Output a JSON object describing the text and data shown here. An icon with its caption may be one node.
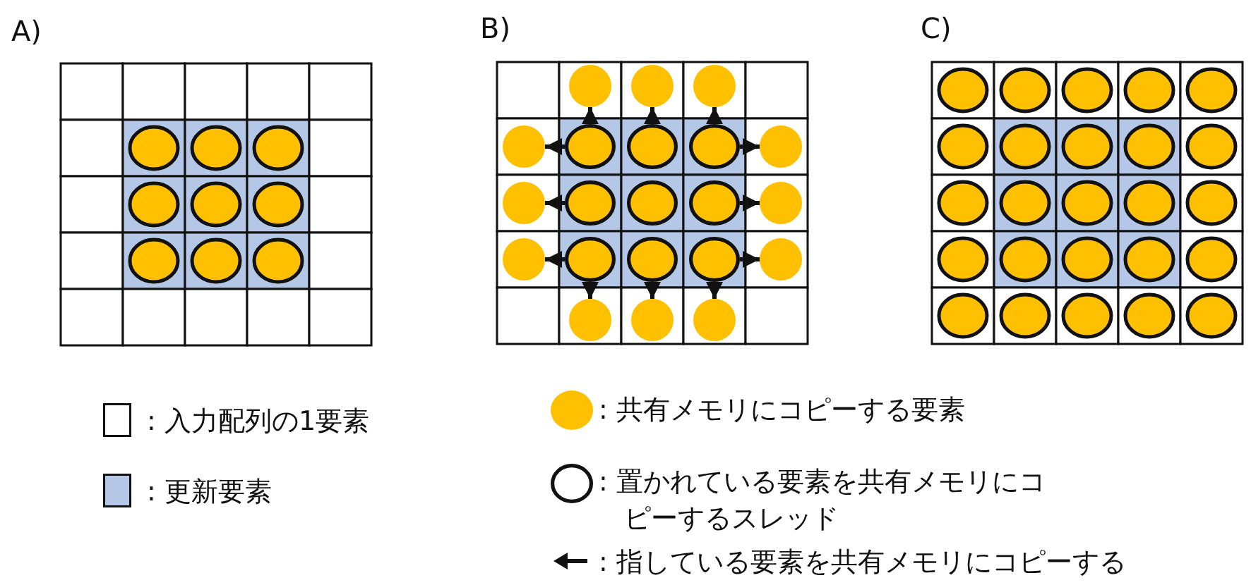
{
  "diagram": {
    "nodes": [
      {
        "text": [],
        "shape": "circle"
      },
      {
        "text": [],
        "shape": "circle"
      },
      {
        "text": [],
        "shape": "circle"
      },
      {
        "text": [],
        "shape": "circle"
      },
      {
        "text": [],
        "shape": "circle"
      },
      {
        "text": [],
        "shape": "circle"
      },
      {
        "text": [],
        "shape": "circle"
      },
      {
        "text": [],
        "shape": "circle"
      },
      {
        "text": [],
        "shape": "circle"
      },
      {
        "text": [],
        "shape": "circle"
      },
      {
        "text": [],
        "shape": "circle"
      },
      {
        "text": [],
        "shape": "circle"
      },
      {
        "text": [],
        "shape": "circle"
      },
      {
        "text": [],
        "shape": "circle"
      },
      {
        "text": [],
        "shape": "circle"
      },
      {
        "text": [],
        "shape": "circle"
      },
      {
        "text": [],
        "shape": "circle"
      },
      {
        "text": [],
        "shape": "circle"
      },
      {
        "text": [],
        "shape": "circle"
      },
      {
        "text": [],
        "shape": "circle"
      },
      {
        "text": [],
        "shape": "circle"
      }
    ],
    "edges": [
      {
        "from": 0,
        "to": 9,
        "arrow": "to"
      },
      {
        "from": 1,
        "to": 10,
        "arrow": "to"
      },
      {
        "from": 2,
        "to": 11,
        "arrow": "to"
      },
      {
        "from": 0,
        "to": 12,
        "arrow": "to"
      },
      {
        "from": 2,
        "to": 13,
        "arrow": "to"
      },
      {
        "from": 3,
        "to": 14,
        "arrow": "to"
      },
      {
        "from": 5,
        "to": 15,
        "arrow": "to"
      },
      {
        "from": 6,
        "to": 16,
        "arrow": "to"
      },
      {
        "from": 8,
        "to": 17,
        "arrow": "to"
      },
      {
        "from": 6,
        "to": 18,
        "arrow": "to"
      },
      {
        "from": 7,
        "to": 19,
        "arrow": "to"
      },
      {
        "from": 8,
        "to": 20,
        "arrow": "to"
      }
    ],
    "labels": [
      "A)",
      "B)",
      "C)"
    ],
    "legend": [
      {
        "text": ": 入力配列の1要素"
      },
      {
        "text": ": 更新要素",
        "color": "#b4c7e7"
      },
      {
        "text": ": 共有メモリにコピーする要素",
        "color": "#ffc000"
      },
      {
        "text": ": 置かれている要素を共有メモリにコピーするスレッド"
      },
      {
        "text": ": 指している要素を共有メモリにコピーする"
      }
    ]
  }
}
